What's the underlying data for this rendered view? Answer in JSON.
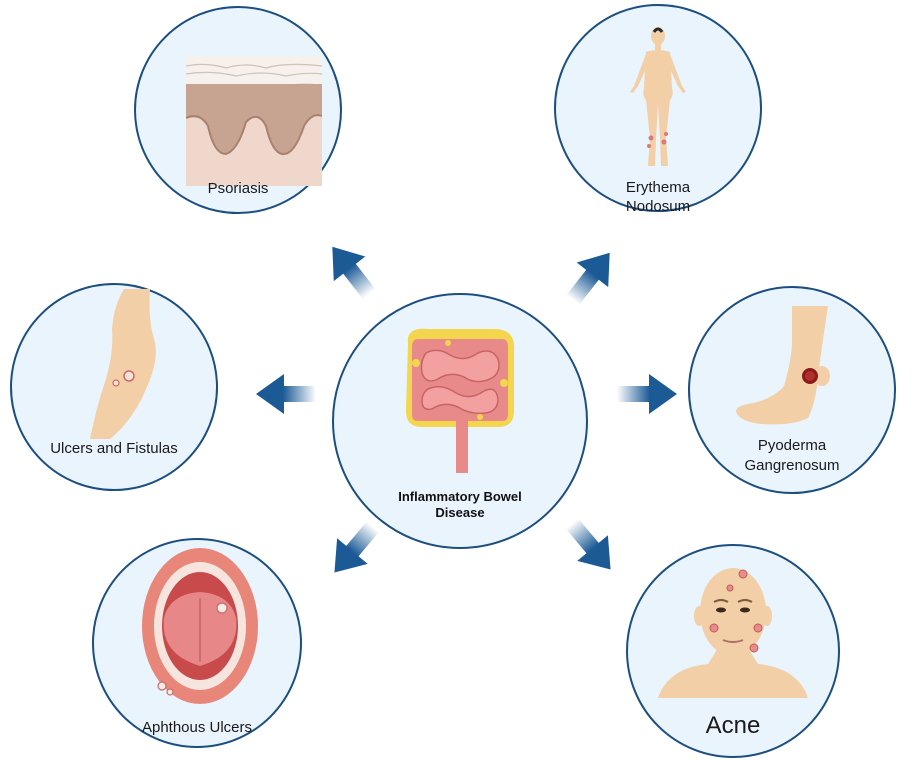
{
  "center": {
    "label_line1": "Inflammatory Bowel",
    "label_line2": "Disease",
    "icon": "intestine-icon"
  },
  "nodes": {
    "psoriasis": {
      "label": "Psoriasis",
      "icon": "skin-layer-icon"
    },
    "erythema": {
      "label_line1": "Erythema",
      "label_line2": "Nodosum",
      "icon": "human-body-icon"
    },
    "ulcers_fistulas": {
      "label": "Ulcers and Fistulas",
      "icon": "leg-ulcer-icon"
    },
    "pyoderma": {
      "label_line1": "Pyoderma",
      "label_line2": "Gangrenosum",
      "icon": "foot-lesion-icon"
    },
    "aphthous": {
      "label": "Aphthous Ulcers",
      "icon": "open-mouth-icon"
    },
    "acne": {
      "label": "Acne",
      "icon": "face-icon"
    }
  },
  "colors": {
    "circle_fill": "#e9f4fd",
    "circle_border": "#1c4e80",
    "arrow": "#1c5a96",
    "skin": "#f2cfa6",
    "intestine": "#e88a8a",
    "fat": "#f3d64e"
  }
}
